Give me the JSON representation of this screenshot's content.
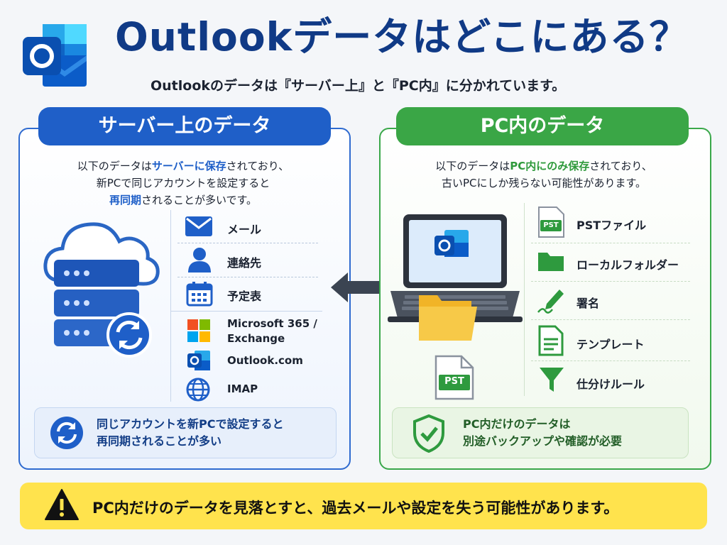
{
  "header": {
    "title": "Outlookデータはどこにある？",
    "subtitle": "Outlookのデータは『サーバー上』と『PC内』に分かれています。"
  },
  "server": {
    "heading": "サーバー上のデータ",
    "desc_line1_pre": "以下のデータは",
    "desc_line1_hl": "サーバーに保存",
    "desc_line1_post": "されており、",
    "desc_line2": "新PCで同じアカウントを設定すると",
    "desc_line3_hl": "再同期",
    "desc_line3_post": "されることが多いです。",
    "items": [
      {
        "label": "メール",
        "icon": "mail-icon"
      },
      {
        "label": "連絡先",
        "icon": "contact-icon"
      },
      {
        "label": "予定表",
        "icon": "calendar-icon"
      }
    ],
    "accounts": [
      {
        "label_line1": "Microsoft 365 /",
        "label_line2": "Exchange",
        "icon": "microsoft-logo-icon"
      },
      {
        "label_line1": "Outlook.com",
        "icon": "outlook-icon"
      },
      {
        "label_line1": "IMAP",
        "icon": "globe-icon"
      }
    ],
    "note_line1": "同じアカウントを新PCで設定すると",
    "note_line2": "再同期されることが多い"
  },
  "pc": {
    "heading": "PC内のデータ",
    "desc_line1_pre": "以下のデータは",
    "desc_line1_hl": "PC内にのみ保存",
    "desc_line1_post": "されており、",
    "desc_line2": "古いPCにしか残らない可能性があります。",
    "pst_badge": "PST",
    "items": [
      {
        "label": "PSTファイル",
        "icon": "pst-file-icon",
        "badge": "PST"
      },
      {
        "label": "ローカルフォルダー",
        "icon": "folder-icon"
      },
      {
        "label": "署名",
        "icon": "signature-pen-icon"
      },
      {
        "label": "テンプレート",
        "icon": "template-document-icon"
      },
      {
        "label": "仕分けルール",
        "icon": "filter-funnel-icon"
      }
    ],
    "note_line1": "PC内だけのデータは",
    "note_line2": "別途バックアップや確認が必要"
  },
  "warning": {
    "text": "PC内だけのデータを見落とすと、過去メールや設定を失う可能性があります。",
    "icon": "warning-triangle-icon"
  },
  "colors": {
    "server_blue": "#1f5fc8",
    "pc_green": "#3aa646",
    "title_navy": "#103a86",
    "warning_yellow": "#ffe34d"
  }
}
